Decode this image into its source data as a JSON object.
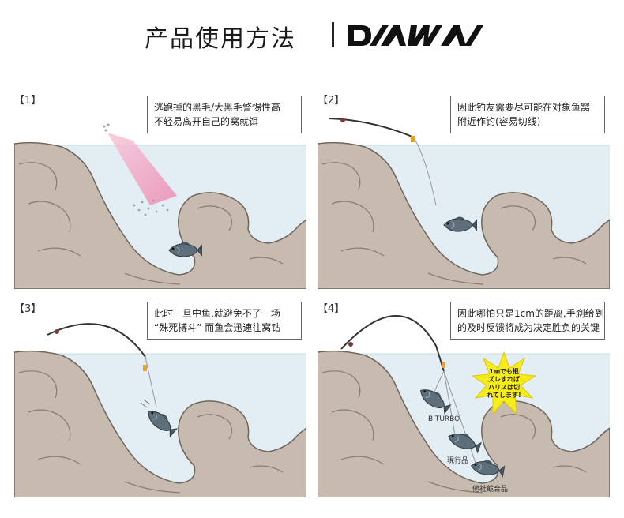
{
  "header": {
    "title": "产品使用方法",
    "brand": "DAIWA"
  },
  "panels": [
    {
      "number": "【1】",
      "caption": [
        "逃跑掉的黑毛/大黑毛警惕性高",
        "不轻易离开自己的窝就饵"
      ]
    },
    {
      "number": "【2】",
      "caption": [
        "因此钓友需要尽可能在对象鱼窝",
        "附近作钓(容易切线)"
      ]
    },
    {
      "number": "【3】",
      "caption": [
        "此时一旦中鱼,就避免不了一场",
        "“殊死搏斗”  而鱼会迅速往窝钻"
      ]
    },
    {
      "number": "【4】",
      "caption": [
        "因此哪怕只是1cm的距离,手刹给到",
        "的及时反馈将成为决定胜负的关键"
      ],
      "fish_labels": [
        "BITURBO",
        "現行品",
        "他社競合品"
      ],
      "burst": [
        "1㎜でも根",
        "ズレすれば",
        "ハリスは切",
        "れてします!"
      ]
    }
  ],
  "colors": {
    "water": "#e2edf4",
    "rock": "#c6bbae",
    "rock_outline": "#6f655b",
    "chum_cone": "#f2a6c3",
    "burst": "#f6ec1c",
    "fish": "#5e6f7c"
  },
  "icons": [
    "daiwa-logo-icon",
    "rod-icon",
    "fish-icon",
    "chum-cone-icon",
    "starburst-icon"
  ]
}
